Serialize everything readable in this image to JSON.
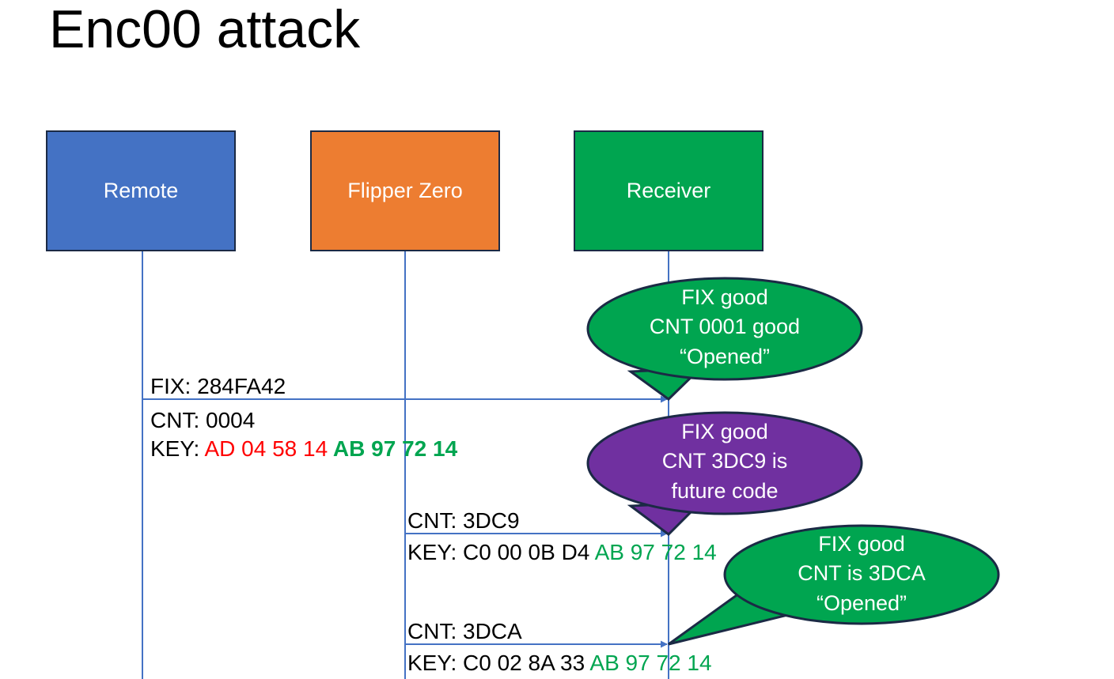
{
  "slide": {
    "title": "Enc00 attack",
    "background": "#FFFFFF"
  },
  "colors": {
    "remote_blue": "#4472C4",
    "flipper_orange": "#ED7D31",
    "receiver_green": "#00A550",
    "callout_purple": "#7030A0",
    "box_border": "#1B2A45",
    "lifeline_blue": "#4472C4",
    "key_red": "#FF0000",
    "key_green": "#00A550",
    "text_black": "#000000"
  },
  "actors": [
    {
      "id": "remote",
      "label": "Remote",
      "fill": "#4472C4"
    },
    {
      "id": "flipper",
      "label": "Flipper Zero",
      "fill": "#ED7D31"
    },
    {
      "id": "receiver",
      "label": "Receiver",
      "fill": "#00A550"
    }
  ],
  "messages": [
    {
      "id": "msg1",
      "from": "remote",
      "to": "receiver",
      "label_above": "FIX: 284FA42",
      "label_below_line1": "CNT: 0004",
      "label_below_line2_prefix": "KEY: ",
      "label_below_line2_red": "AD 04 58 14",
      "label_below_line2_green": "AB 97 72 14"
    },
    {
      "id": "msg2",
      "from": "flipper",
      "to": "receiver",
      "label_above": "CNT: 3DC9",
      "label_below_prefix": "KEY: C0 00 0B D4 ",
      "label_below_green": "AB 97 72 14"
    },
    {
      "id": "msg3",
      "from": "flipper",
      "to": "receiver",
      "label_above": "CNT: 3DCA",
      "label_below_prefix": "KEY: C0 02 8A 33 ",
      "label_below_green": "AB 97 72 14"
    }
  ],
  "callouts": [
    {
      "id": "callout1",
      "fill": "#00A550",
      "line1": "FIX good",
      "line2": "CNT 0001 good",
      "line3": "“Opened”"
    },
    {
      "id": "callout2",
      "fill": "#7030A0",
      "line1": "FIX good",
      "line2": "CNT 3DC9 is",
      "line3": "future code"
    },
    {
      "id": "callout3",
      "fill": "#00A550",
      "line1": "FIX good",
      "line2": "CNT is 3DCA",
      "line3": "“Opened”"
    }
  ]
}
